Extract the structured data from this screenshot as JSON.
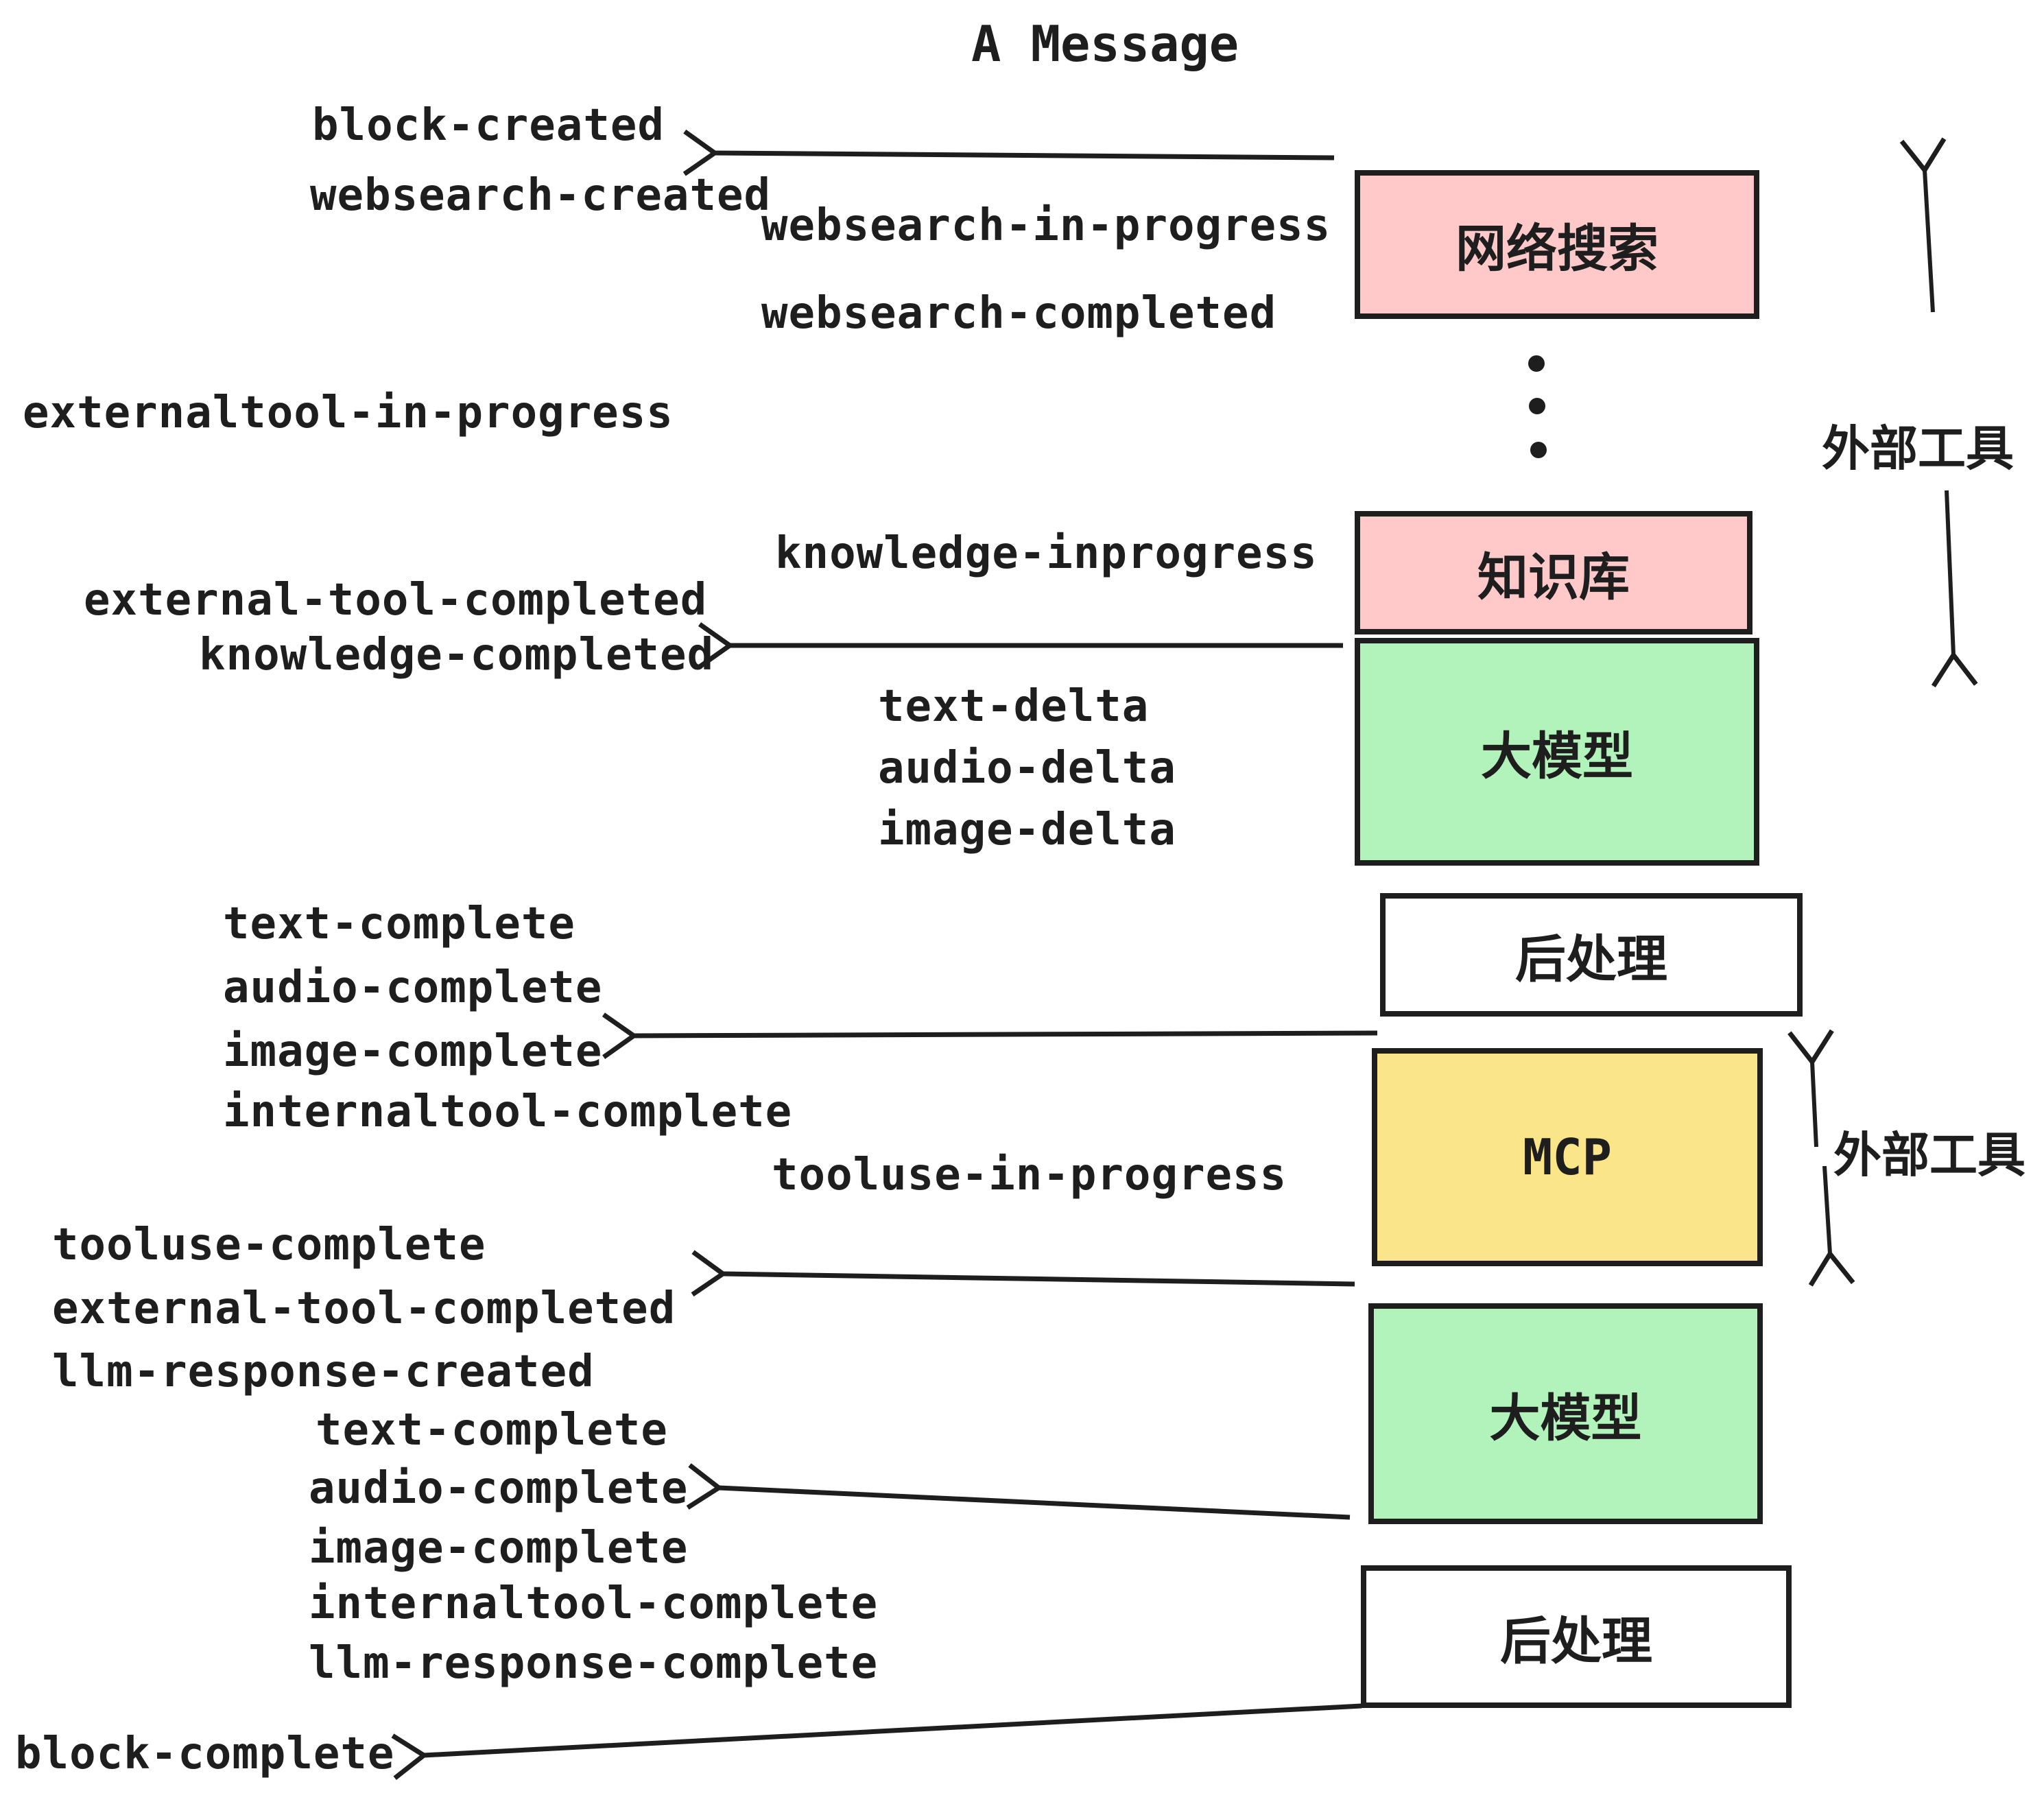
{
  "title": "A Message",
  "events": [
    "block-created",
    "websearch-created",
    "websearch-in-progress",
    "websearch-completed",
    "externaltool-in-progress",
    "knowledge-inprogress",
    "external-tool-completed",
    "knowledge-completed",
    "text-delta",
    "audio-delta",
    "image-delta",
    "text-complete",
    "audio-complete",
    "image-complete",
    "internaltool-complete",
    "tooluse-in-progress",
    "tooluse-complete",
    "external-tool-completed",
    "llm-response-created",
    "text-complete",
    "audio-complete",
    "image-complete",
    "internaltool-complete",
    "llm-response-complete",
    "block-complete"
  ],
  "boxes": [
    "网络搜索",
    "知识库",
    "大模型",
    "后处理",
    "MCP",
    "大模型",
    "后处理"
  ],
  "side_labels": [
    "外部工具",
    "外部工具"
  ],
  "colors": {
    "ink": "#1e1e1e",
    "pink": "#ffc9c9",
    "green": "#b2f2bb",
    "yellow": "#fae588",
    "white": "#ffffff"
  }
}
